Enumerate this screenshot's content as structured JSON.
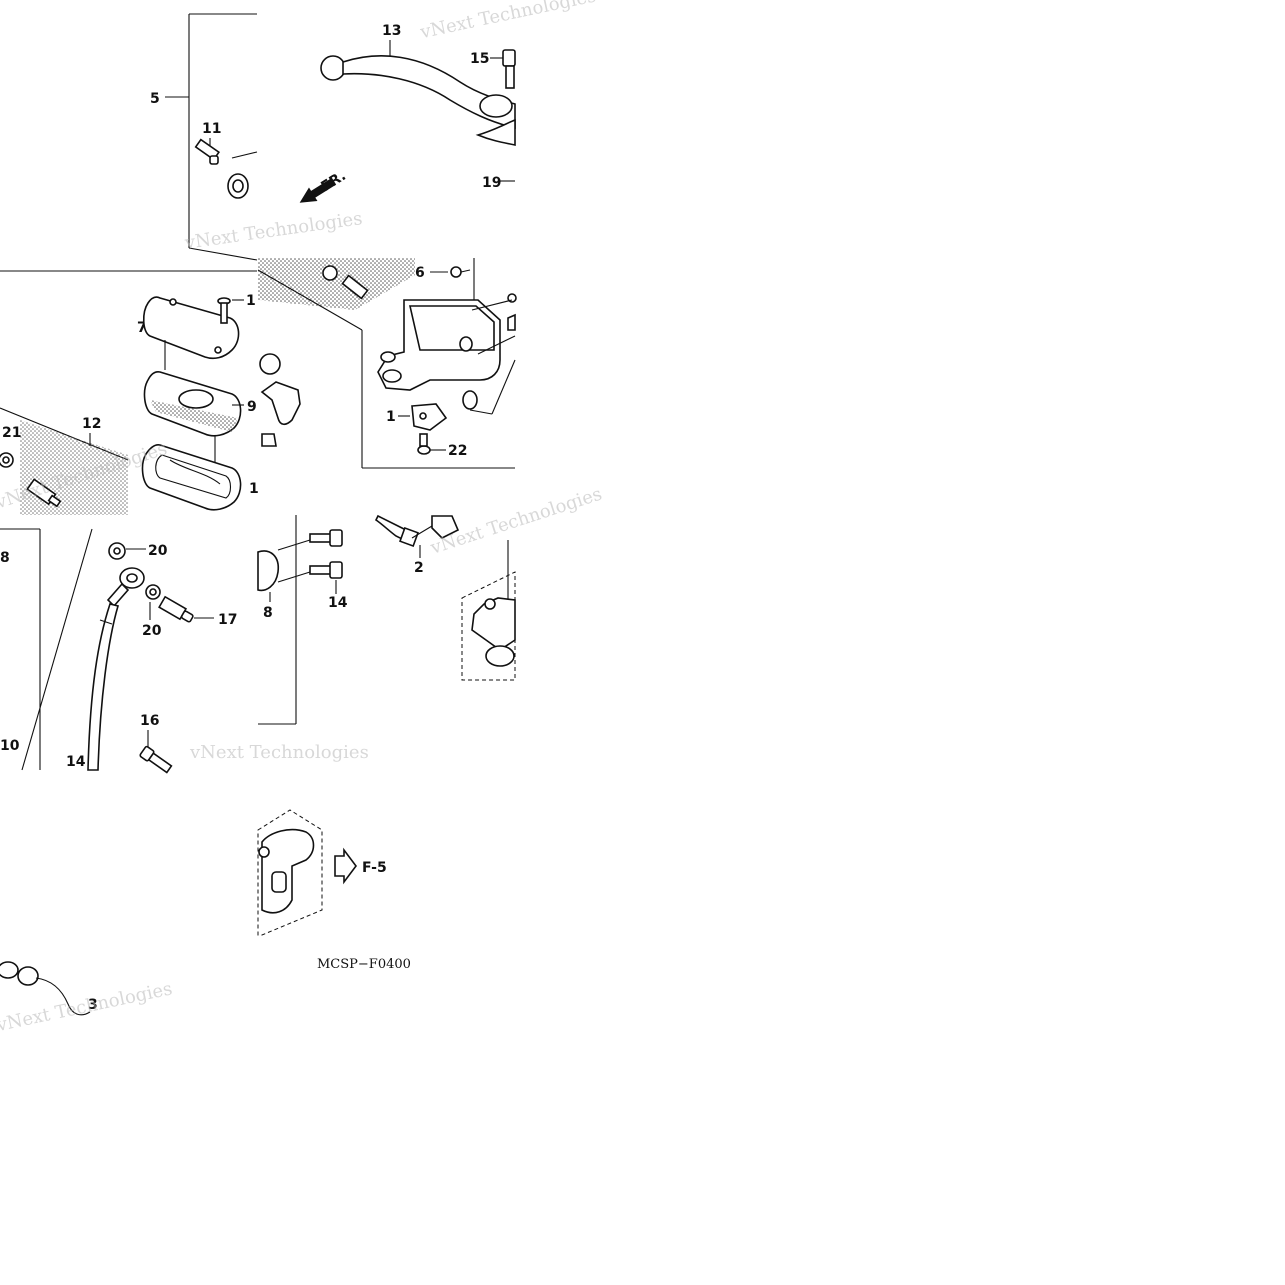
{
  "diagram": {
    "code": "MCSP−F0400",
    "direction_marker": "FR.",
    "reference": "F-5",
    "watermark": "vNext Technologies",
    "callouts": [
      "1",
      "2",
      "3",
      "5",
      "6",
      "7",
      "8",
      "9",
      "10",
      "11",
      "12",
      "13",
      "14",
      "15",
      "16",
      "17",
      "19",
      "20",
      "21",
      "22"
    ]
  },
  "labels": {
    "n1_a": "1",
    "n1_b": "1",
    "n1_c": "1",
    "n2": "2",
    "n3": "3",
    "n5": "5",
    "n6": "6",
    "n7": "7",
    "n8_a": "8",
    "n8_b": "8",
    "n9": "9",
    "n10_a": "10",
    "n11": "11",
    "n12": "12",
    "n13": "13",
    "n14_a": "14",
    "n14_b": "14",
    "n15": "15",
    "n16": "16",
    "n17": "17",
    "n19": "19",
    "n20_a": "20",
    "n20_b": "20",
    "n21": "21",
    "n22": "22"
  }
}
